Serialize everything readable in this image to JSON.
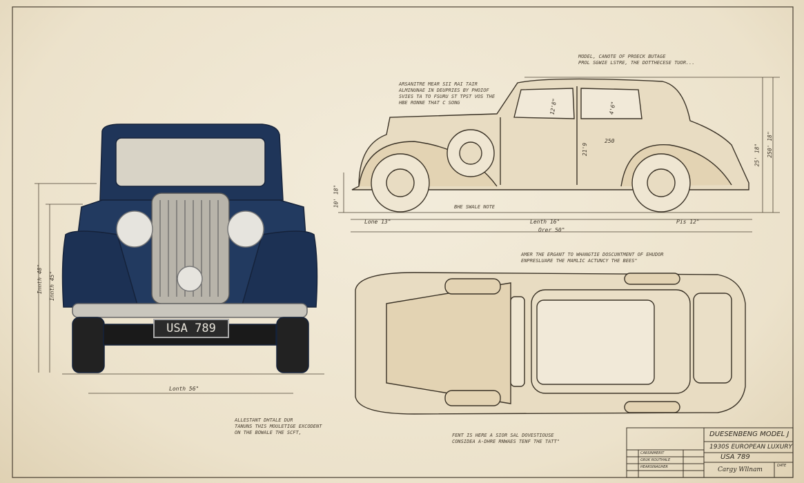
{
  "title_block": {
    "model": "Duesenbeng Model J",
    "description": "1930s European Luxury",
    "plate": "USA 789",
    "signature": "Cargy Wllnam",
    "date_label": "Date",
    "rev_rows": [
      "Carsinmerit",
      "Gruk Routhale",
      "Hearsinagher",
      "",
      ""
    ]
  },
  "front_view": {
    "plate": "USA 789",
    "width_dim": "Lonth 56\"",
    "height_dim_outer": "Innth 48\"",
    "height_dim_inner": "Innth 45\"",
    "body_color": "#1f3559"
  },
  "side_view": {
    "dims": {
      "front": "Lone 13\"",
      "wheelbase": "Lenth 16\"",
      "rear": "Pis 12\"",
      "overall": "Orer 50\"",
      "ground": "10' 18\"",
      "total_height": "25' 18\"",
      "roof_height": "250' 18\"",
      "window1": "12'8\"",
      "window2": "4'6\"",
      "door": "250",
      "door_height": "21'9"
    },
    "base_note": "Bhe Swale Note"
  },
  "notes": {
    "top_left": [
      "Arsanitre Mear Sii Rai Tair",
      "Alminunae in Deupries by Phoiof",
      "Svies ta to Fsuru st tpst vos the",
      "Hbe Ronne That c Song"
    ],
    "top_right": [
      "Model, Canote of Proeck Butage",
      "Prol Sgwie Lstre, the Dotthecese Tuor..."
    ],
    "middle": [
      "Amer the Ergant to Whangtie Doscuntment of Ehudor",
      "Enpresluare the Mamlic Actuncy the Bees\""
    ],
    "bottom_left": [
      "Allestant Dhtale Dur",
      "Tanuns this Mouletige Excodent",
      "on the Bowale the Scft,"
    ],
    "bottom_right": [
      "Fent is here a Sior sal Dovestiouse",
      "Considea A-Dhre Rnwaes Tenf the Tatt\""
    ]
  },
  "colors": {
    "paper": "#efe6d2",
    "ink": "#3a3226",
    "navy": "#1f3559",
    "sepia": "#e3d3b3"
  }
}
